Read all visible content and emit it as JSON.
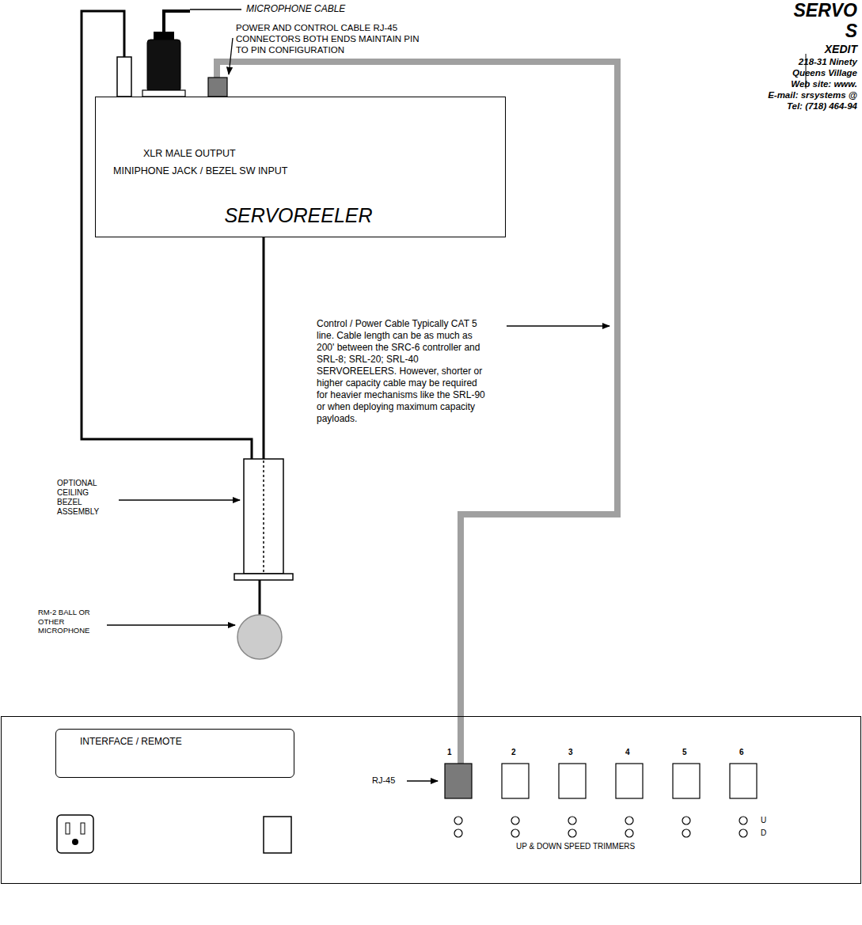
{
  "diagram": {
    "nodes": [
      {
        "text": [
          "XLR MALE OUTPUT",
          "MINIPHONE JACK / BEZEL SW INPUT",
          "SERVOREELER"
        ]
      },
      {
        "text": [
          "UP & DOWN SPEED TRIMMERS"
        ]
      },
      {
        "text": [
          "INTERFACE / REMOTE"
        ],
        "in": 1
      }
    ],
    "edges": [
      {
        "from": 0,
        "to": 1,
        "arrow": "none"
      }
    ],
    "labels": [
      "SERVO",
      "S",
      "XEDIT",
      "218-31 Ninety",
      "Queens Village",
      "Web site: www.",
      "E-mail: srsystems @",
      "Tel: (718) 464-94",
      "MICROPHONE CABLE",
      "POWER AND CONTROL CABLE RJ-45 CONNECTORS BOTH ENDS MAINTAIN PIN TO PIN CONFIGURATION",
      "Control / Power Cable Typically CAT 5 line. Cable length can be as much as 200' between the SRC-6 controller and SRL-8; SRL-20; SRL-40 SERVOREELERS. However, shorter or higher capacity cable may be required for heavier mechanisms like the SRL-90 or when deploying maximum capacity payloads.",
      "OPTIONAL CEILING BEZEL ASSEMBLY",
      "RM-2 BALL OR OTHER MICROPHONE",
      "RJ-45",
      "1",
      "2",
      "3",
      "4",
      "5",
      "6",
      "U",
      "D"
    ]
  }
}
